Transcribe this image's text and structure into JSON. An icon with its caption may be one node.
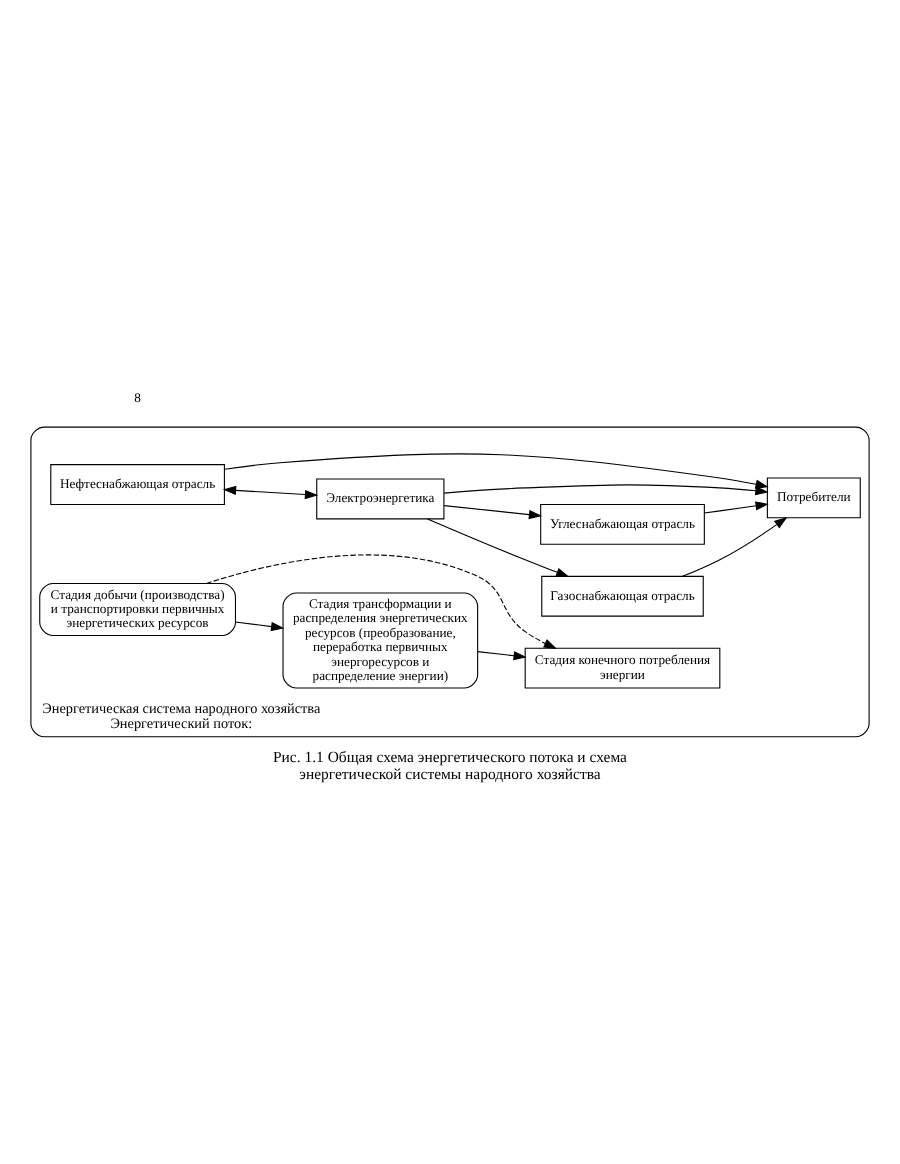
{
  "diagram": {
    "caption": "Рис. 1.1 Общая схема энергетического потока и схема энергетической системы народного хозяйства",
    "nodes": [
      {
        "text": [
          "Энергетическая система народного хозяйства",
          "Энергетический поток:"
        ]
      },
      {
        "text": [
          "Газоснабжающая отрасль"
        ],
        "in": 0
      },
      {
        "text": [
          "Нефтеснабжающая отрасль"
        ],
        "in": 0
      },
      {
        "text": [
          "Углеснабжающая отрасль"
        ],
        "in": 0
      },
      {
        "text": [
          "Электроэнергетика"
        ],
        "in": 0
      },
      {
        "text": [
          "Потребители"
        ],
        "in": 0
      },
      {
        "text": [
          "Стадия добычи (производства) и транспортировки первичных энергетических ресурсов"
        ],
        "in": 0
      },
      {
        "text": [
          "Стадия трансформации и распределения энергетических ресурсов (преобразование, переработка первичных энергоресурсов и распределение энергии)"
        ],
        "in": 0
      },
      {
        "text": [
          "Стадия конечного потребления энергии"
        ],
        "in": 0
      }
    ],
    "edges": [
      {
        "from": 1,
        "to": 5,
        "arrow": "to"
      },
      {
        "from": 2,
        "to": 5,
        "arrow": "to"
      },
      {
        "from": 2,
        "to": 4,
        "arrow": "both"
      },
      {
        "from": 4,
        "to": 1,
        "arrow": "to"
      },
      {
        "from": 4,
        "to": 3,
        "arrow": "to"
      },
      {
        "from": 4,
        "to": 5,
        "arrow": "to"
      },
      {
        "from": 3,
        "to": 5,
        "arrow": "to"
      },
      {
        "from": 6,
        "to": 7,
        "arrow": "to"
      },
      {
        "from": 7,
        "to": 8,
        "arrow": "to"
      },
      {
        "from": 6,
        "to": 8,
        "arrow": "to",
        "style": "dashed"
      }
    ],
    "labels": [
      "8"
    ]
  }
}
